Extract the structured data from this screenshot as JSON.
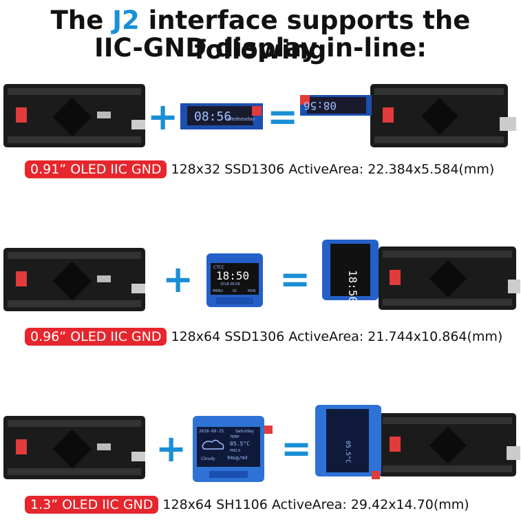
{
  "title": {
    "line1_prefix": "The ",
    "line1_highlight": "J2",
    "line1_suffix": " interface supports the following",
    "line2": "IIC-GND display in-line:"
  },
  "operators": {
    "plus": "+",
    "equals": "="
  },
  "colors": {
    "accent_blue": "#1a8fd6",
    "badge_red": "#e6262d",
    "board": "#1b1b1b",
    "oled_pcb": "#2560c9"
  },
  "rows": [
    {
      "badge": "0.91” OLED IIC GND",
      "spec": "128x32  SSD1306 ActiveArea: 22.384x5.584(mm)",
      "screen_text": "08:56",
      "screen_sub": "Wednesday"
    },
    {
      "badge": "0.96” OLED IIC GND",
      "spec": "128x64  SSD1306 ActiveArea: 21.744x10.864(mm)",
      "screen_text": "18:50",
      "screen_sub": "2018.06.06",
      "screen_top": "CTCC",
      "screen_left": "MENU",
      "screen_mid": "01",
      "screen_right": "MSN"
    },
    {
      "badge": "1.3” OLED IIC GND",
      "spec": "128x64  SH1106  ActiveArea: 29.42x14.70(mm)",
      "screen_date": "2018-08-25",
      "screen_day": "Saturday",
      "screen_temp_label": "TEMP",
      "screen_temp": "05.5°C",
      "screen_pm_label": "PM2.5",
      "screen_pm": "94ug/m3",
      "screen_weather": "Cloudy"
    }
  ]
}
